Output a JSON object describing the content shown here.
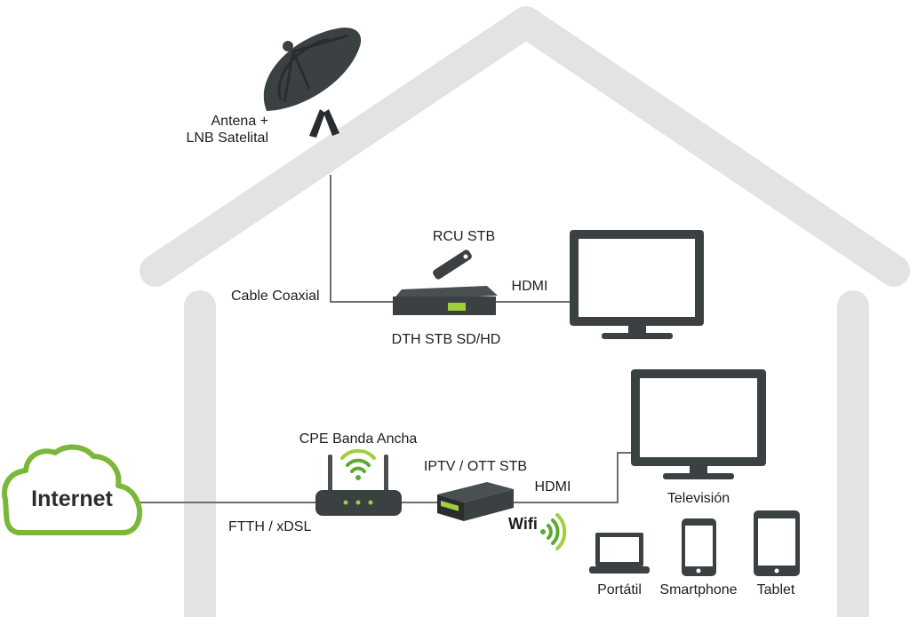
{
  "colors": {
    "house": "#e3e3e3",
    "device_dark": "#3b4043",
    "device_darker": "#2a2d2f",
    "screen_white": "#ffffff",
    "cable": "#6e6e6e",
    "accent_green": "#5aab2e",
    "accent_green_light": "#9fcf3c",
    "cloud_border": "#79b83a"
  },
  "icons": {
    "satellite": "satellite-dish-icon",
    "remote": "remote-control-icon",
    "dth_box": "set-top-box-icon",
    "tv_top": "television-icon",
    "cloud": "cloud-icon",
    "router": "router-icon",
    "iptv_box": "set-top-box-icon",
    "wifi": "wifi-icon",
    "tv_bottom": "television-icon",
    "laptop": "laptop-icon",
    "smartphone": "smartphone-icon",
    "tablet": "tablet-icon"
  },
  "labels": {
    "antena_line1": "Antena +",
    "antena_line2": "LNB Satelital",
    "rcu": "RCU STB",
    "hdmi_top": "HDMI",
    "cable_coaxial": "Cable Coaxial",
    "dth_stb": "DTH STB SD/HD",
    "internet": "Internet",
    "cpe": "CPE Banda Ancha",
    "iptv_stb": "IPTV / OTT STB",
    "hdmi_bottom": "HDMI",
    "ftth": "FTTH / xDSL",
    "wifi": "Wifi",
    "television": "Televisión",
    "portatil": "Portátil",
    "smartphone": "Smartphone",
    "tablet": "Tablet"
  }
}
